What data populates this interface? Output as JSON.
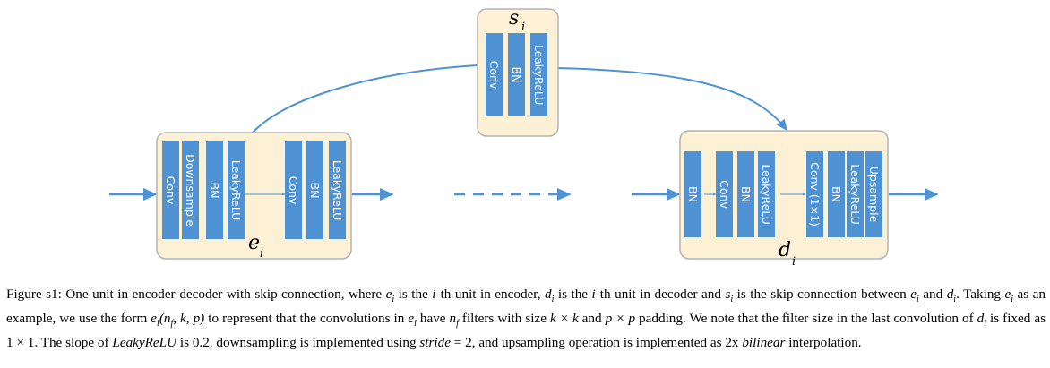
{
  "colors": {
    "box_fill": "#fcf1d5",
    "box_stroke": "#b3b3b3",
    "layer_fill": "#4f92d4",
    "arrow": "#4f92d4"
  },
  "units": {
    "encoder": {
      "label": "e",
      "sub": "i",
      "layers": [
        "Conv",
        "Downsample",
        "BN",
        "LeakyReLU",
        "Conv",
        "BN",
        "LeakyReLU"
      ]
    },
    "skip": {
      "label": "s",
      "sub": "i",
      "layers": [
        "Conv",
        "BN",
        "LeakyReLU"
      ]
    },
    "decoder": {
      "label": "d",
      "sub": "i",
      "layers": [
        "BN",
        "Conv",
        "BN",
        "LeakyReLU",
        "Conv  (1×1)",
        "BN",
        "LeakyReLU",
        "Upsample"
      ]
    }
  },
  "caption": {
    "figure_label": "Figure s1:",
    "t1": " One unit in encoder-decoder with skip connection, where ",
    "e": "e",
    "i": "i",
    "t2": " is the ",
    "t3": "-th unit in encoder, ",
    "d": "d",
    "t4": " is the ",
    "t5": "-th unit in decoder and ",
    "s": "s",
    "t6": " is the skip connection between ",
    "t7": " and ",
    "t8": ". Taking ",
    "t9": " as an example, we use the form ",
    "form_args": "(n",
    "f": "f",
    "form_rest": ", k, p)",
    "t10": " to represent that the convolutions in ",
    "t11": " have ",
    "n": "n",
    "t12": " filters with size ",
    "kxk": "k × k",
    "t13": " and ",
    "pxp": "p × p",
    "t14": " padding. We note that the filter size in the last convolution of ",
    "t15": " is fixed as 1 × 1. The slope of ",
    "leaky": "LeakyReLU",
    "t16": " is 0.2, downsampling is implemented using ",
    "stride": "stride",
    "t17": " = 2, and upsampling operation is implemented as 2x ",
    "bilinear": "bilinear",
    "t18": " interpolation."
  }
}
